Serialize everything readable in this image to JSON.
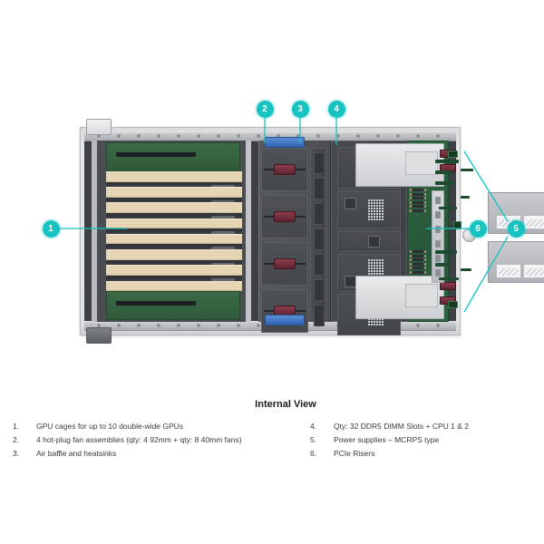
{
  "figure": {
    "title": "Internal View",
    "accent_color": "#17c2c2",
    "callouts": [
      {
        "id": "1",
        "label": "1"
      },
      {
        "id": "2",
        "label": "2"
      },
      {
        "id": "3",
        "label": "3"
      },
      {
        "id": "4",
        "label": "4"
      },
      {
        "id": "5",
        "label": "5"
      },
      {
        "id": "6",
        "label": "6"
      }
    ]
  },
  "legend": {
    "left": [
      {
        "num": "1.",
        "text": "GPU cages for up to 10 double-wide GPUs"
      },
      {
        "num": "2.",
        "text": "4 hot-plug fan assemblies (qty: 4 92mm + qty: 8 40mm fans)"
      },
      {
        "num": "3.",
        "text": "Air baffle and heatsinks"
      }
    ],
    "right": [
      {
        "num": "4.",
        "text": "Qty: 32 DDR5 DIMM Slots + CPU 1 & 2"
      },
      {
        "num": "5.",
        "text": "Power supplies – MCRPS type"
      },
      {
        "num": "6.",
        "text": "PCIe Risers"
      }
    ]
  }
}
